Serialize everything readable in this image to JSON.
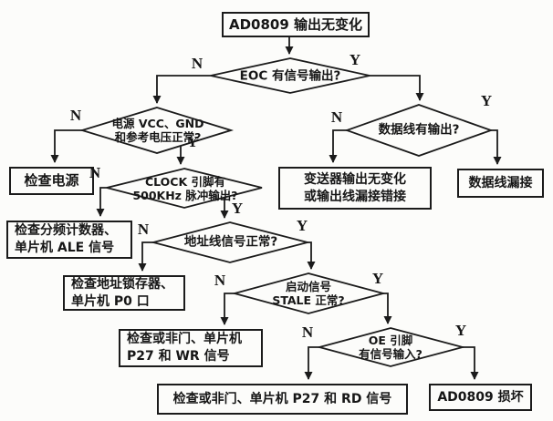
{
  "colors": {
    "ink": "#1b1b1b",
    "paper": "#fcfcfa"
  },
  "labels": {
    "yes": "Y",
    "no": "N"
  },
  "nodes": {
    "start": {
      "label": "AD0809 输出无变化"
    },
    "eoc": {
      "label": "EOC 有信号输出?"
    },
    "power": {
      "label": "电源 VCC、GND\n和参考电压正常?"
    },
    "dataline": {
      "label": "数据线有输出?"
    },
    "check_power": {
      "label": "检查电源"
    },
    "clock": {
      "label": "CLOCK 引脚有\n500KHz 脉冲输出?"
    },
    "transmitter": {
      "label": "变送器输出无变化\n或输出线漏接错接"
    },
    "dataline_open": {
      "label": "数据线漏接"
    },
    "check_divider": {
      "label": "检查分频计数器、\n单片机 ALE 信号"
    },
    "address": {
      "label": "地址线信号正常?"
    },
    "check_latch": {
      "label": "检查地址锁存器、\n单片机 P0 口"
    },
    "stale": {
      "label": "启动信号\nSTALE 正常?"
    },
    "check_nor_wr": {
      "label": "检查或非门、单片机\nP27 和 WR 信号"
    },
    "oe": {
      "label": "OE 引脚\n有信号输入?"
    },
    "check_nor_rd": {
      "label": "检查或非门、单片机 P27 和 RD 信号"
    },
    "ad0809_damaged": {
      "label": "AD0809 损坏"
    }
  }
}
